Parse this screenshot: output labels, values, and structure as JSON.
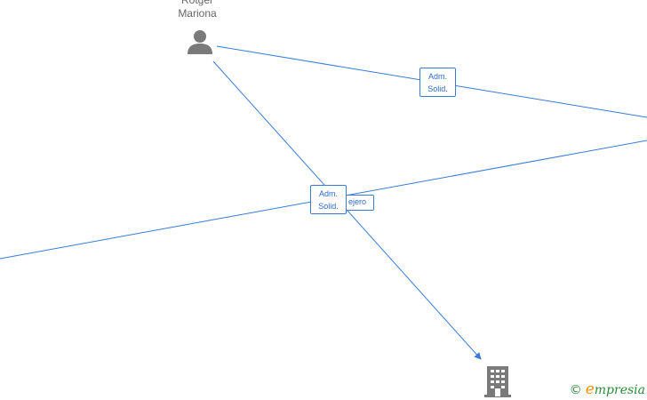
{
  "person": {
    "name_line1": "Rotger",
    "name_line2": "Mariona",
    "icon": "person-icon"
  },
  "company": {
    "icon": "building-icon"
  },
  "edge_labels": {
    "top": {
      "line1": "Adm.",
      "line2": "Solid."
    },
    "middle": {
      "line1": "Adm.",
      "line2": "Solid."
    },
    "behind": {
      "text": "ejero"
    }
  },
  "watermark": {
    "copyright": "©",
    "brand_initial": "e",
    "brand_rest": "mpresia"
  },
  "colors": {
    "edge": "#3a7bd5",
    "icon": "#7a7a7a",
    "label_text": "#2f6bc4"
  }
}
